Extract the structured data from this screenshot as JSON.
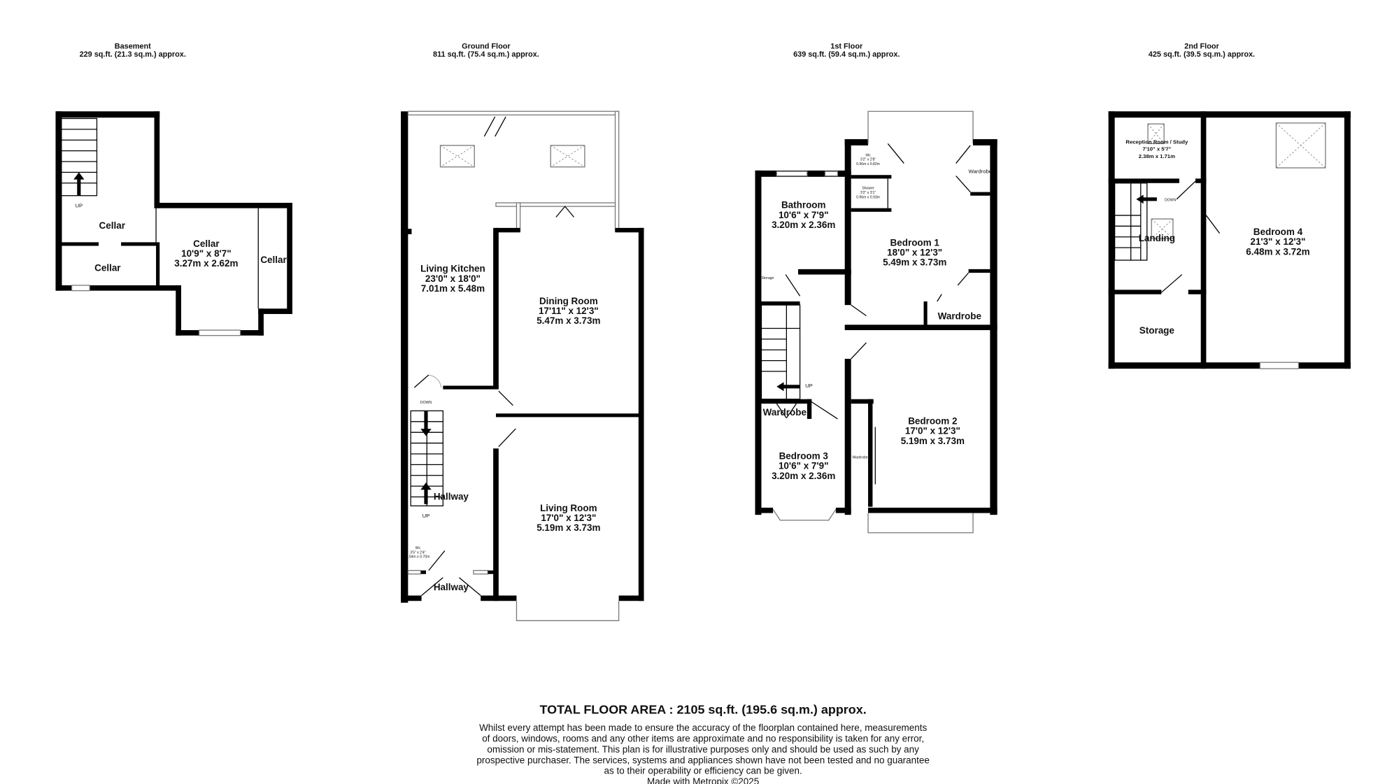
{
  "floors": {
    "basement": {
      "name": "Basement",
      "area": "229 sq.ft. (21.3 sq.m.) approx.",
      "rooms": {
        "cellar_stairs": "Cellar",
        "cellar_small": "Cellar",
        "cellar_main": {
          "name": "Cellar",
          "imperial": "10'9\"  x 8'7\"",
          "metric": "3.27m  x 2.62m"
        },
        "cellar_side": "Cellar",
        "up": "UP"
      }
    },
    "ground": {
      "name": "Ground Floor",
      "area": "811 sq.ft. (75.4 sq.m.) approx.",
      "rooms": {
        "living_kitchen": {
          "name": "Living Kitchen",
          "imperial": "23'0\"  x 18'0\"",
          "metric": "7.01m  x 5.48m"
        },
        "dining_room": {
          "name": "Dining Room",
          "imperial": "17'11\"  x 12'3\"",
          "metric": "5.47m  x 3.73m"
        },
        "living_room": {
          "name": "Living Room",
          "imperial": "17'0\"  x 12'3\"",
          "metric": "5.19m  x 3.73m"
        },
        "hallway": "Hallway",
        "hallway_entrance": "Hallway",
        "wc": {
          "name": "Wc",
          "imperial": "3'5\"  x 2'4\"",
          "metric": "1.04m  x 0.70m"
        },
        "down": "DOWN",
        "up": "UP"
      }
    },
    "first": {
      "name": "1st Floor",
      "area": "639 sq.ft. (59.4 sq.m.) approx.",
      "rooms": {
        "bathroom": {
          "name": "Bathroom",
          "imperial": "10'6\"  x 7'9\"",
          "metric": "3.20m  x 2.36m"
        },
        "bedroom1": {
          "name": "Bedroom 1",
          "imperial": "18'0\"  x 12'3\"",
          "metric": "5.49m  x 3.73m"
        },
        "bedroom2": {
          "name": "Bedroom 2",
          "imperial": "17'0\"  x 12'3\"",
          "metric": "5.19m  x 3.73m"
        },
        "bedroom3": {
          "name": "Bedroom 3",
          "imperial": "10'6\"  x 7'9\"",
          "metric": "3.20m  x 2.36m"
        },
        "wc": {
          "name": "Wc",
          "imperial": "3'2\"  x 2'8\"",
          "metric": "0.96m  x 0.82m"
        },
        "shower": {
          "name": "Shower",
          "imperial": "3'2\"  x 3'1\"",
          "metric": "0.96m  x 0.93m"
        },
        "wardrobe_b1_top": "Wardrobe",
        "wardrobe_b1": "Wardrobe",
        "wardrobe_b2": "Wardrobe",
        "wardrobe_b3": "Wardrobe",
        "storage": "Storage",
        "up": "UP"
      }
    },
    "second": {
      "name": "2nd Floor",
      "area": "425 sq.ft. (39.5 sq.m.) approx.",
      "rooms": {
        "reception": {
          "name": "Reception Room / Study",
          "imperial": "7'10\"  x 5'7\"",
          "metric": "2.38m  x 1.71m"
        },
        "bedroom4": {
          "name": "Bedroom 4",
          "imperial": "21'3\"  x 12'3\"",
          "metric": "6.48m  x 3.72m"
        },
        "landing": "Landing",
        "storage": "Storage",
        "down": "DOWN"
      }
    }
  },
  "footer": {
    "total": "TOTAL FLOOR AREA : 2105 sq.ft. (195.6 sq.m.) approx.",
    "disclaimer": [
      "Whilst every attempt has been made to ensure the accuracy of the floorplan contained here, measurements",
      "of doors, windows, rooms and any other items are approximate and no responsibility is taken for any error,",
      "omission or mis-statement. This plan is for illustrative purposes only and should be used as such by any",
      "prospective purchaser. The services, systems and appliances shown have not been tested and no guarantee",
      "as to their operability or efficiency can be given."
    ],
    "credit": "Made with Metropix ©2025"
  }
}
